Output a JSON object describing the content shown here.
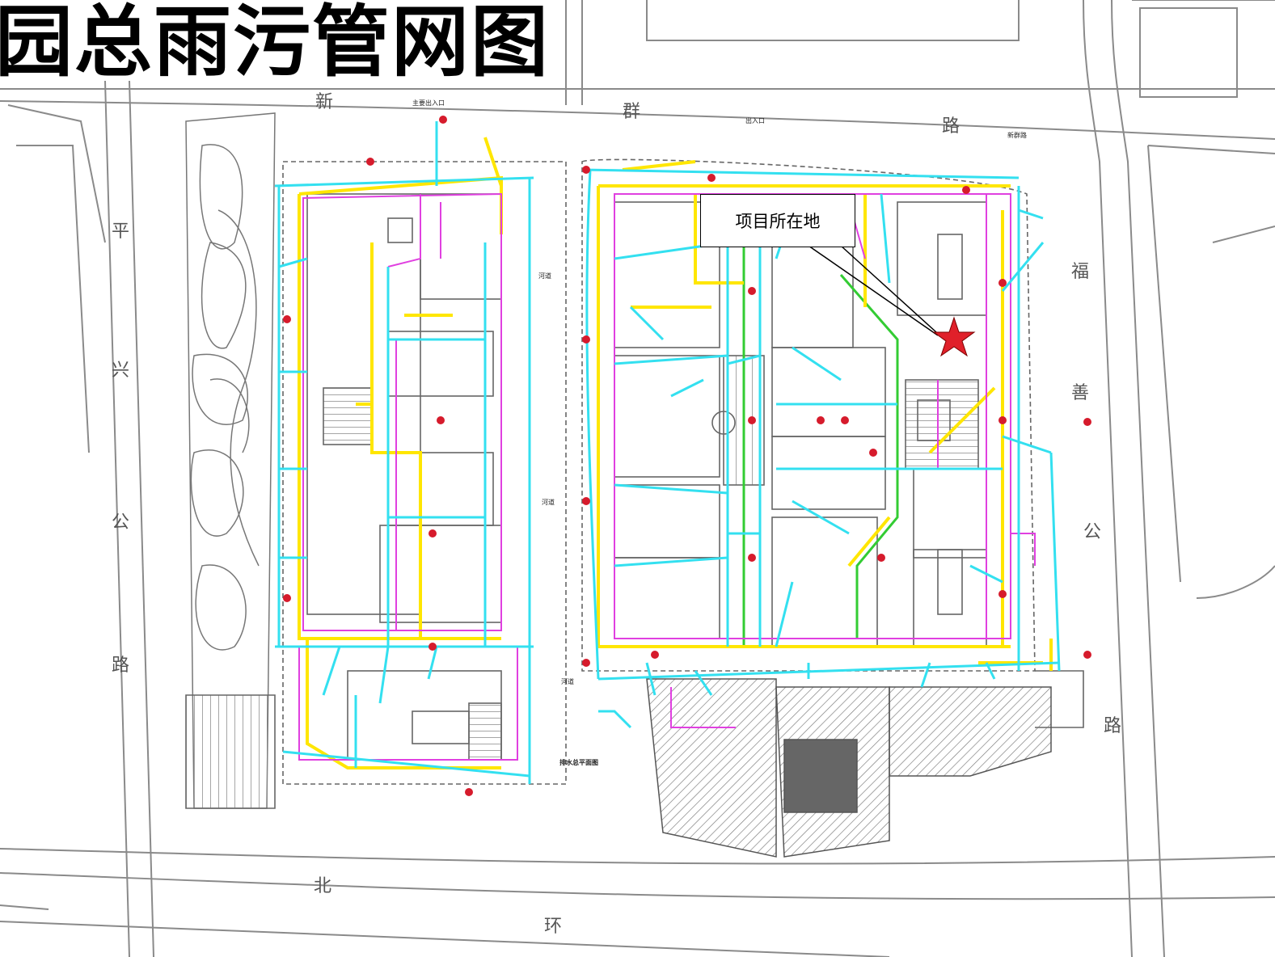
{
  "title": "园总雨污管网图",
  "callout": {
    "label": "项目所在地"
  },
  "roads": {
    "north": [
      "新",
      "群",
      "路"
    ],
    "west": [
      "平",
      "兴",
      "公",
      "路"
    ],
    "east": [
      "福",
      "善",
      "公",
      "路"
    ],
    "south": [
      "北",
      "环"
    ]
  },
  "labels": {
    "main_entrance": "主要出入口",
    "entrance": "出入口",
    "xinqun_road": "新群路",
    "drainage_plan": "排水总平面图",
    "river_1": "河道",
    "river_2": "河道",
    "river_3": "河道"
  },
  "legend_colors": {
    "rain_pipe": "#33e0f0",
    "sewage_pipe": "#ffe600",
    "site_boundary": "#e040e0",
    "green_line": "#33cc33",
    "marker": "#d61b2c"
  },
  "icons": {
    "project_marker": "red-star-icon"
  }
}
